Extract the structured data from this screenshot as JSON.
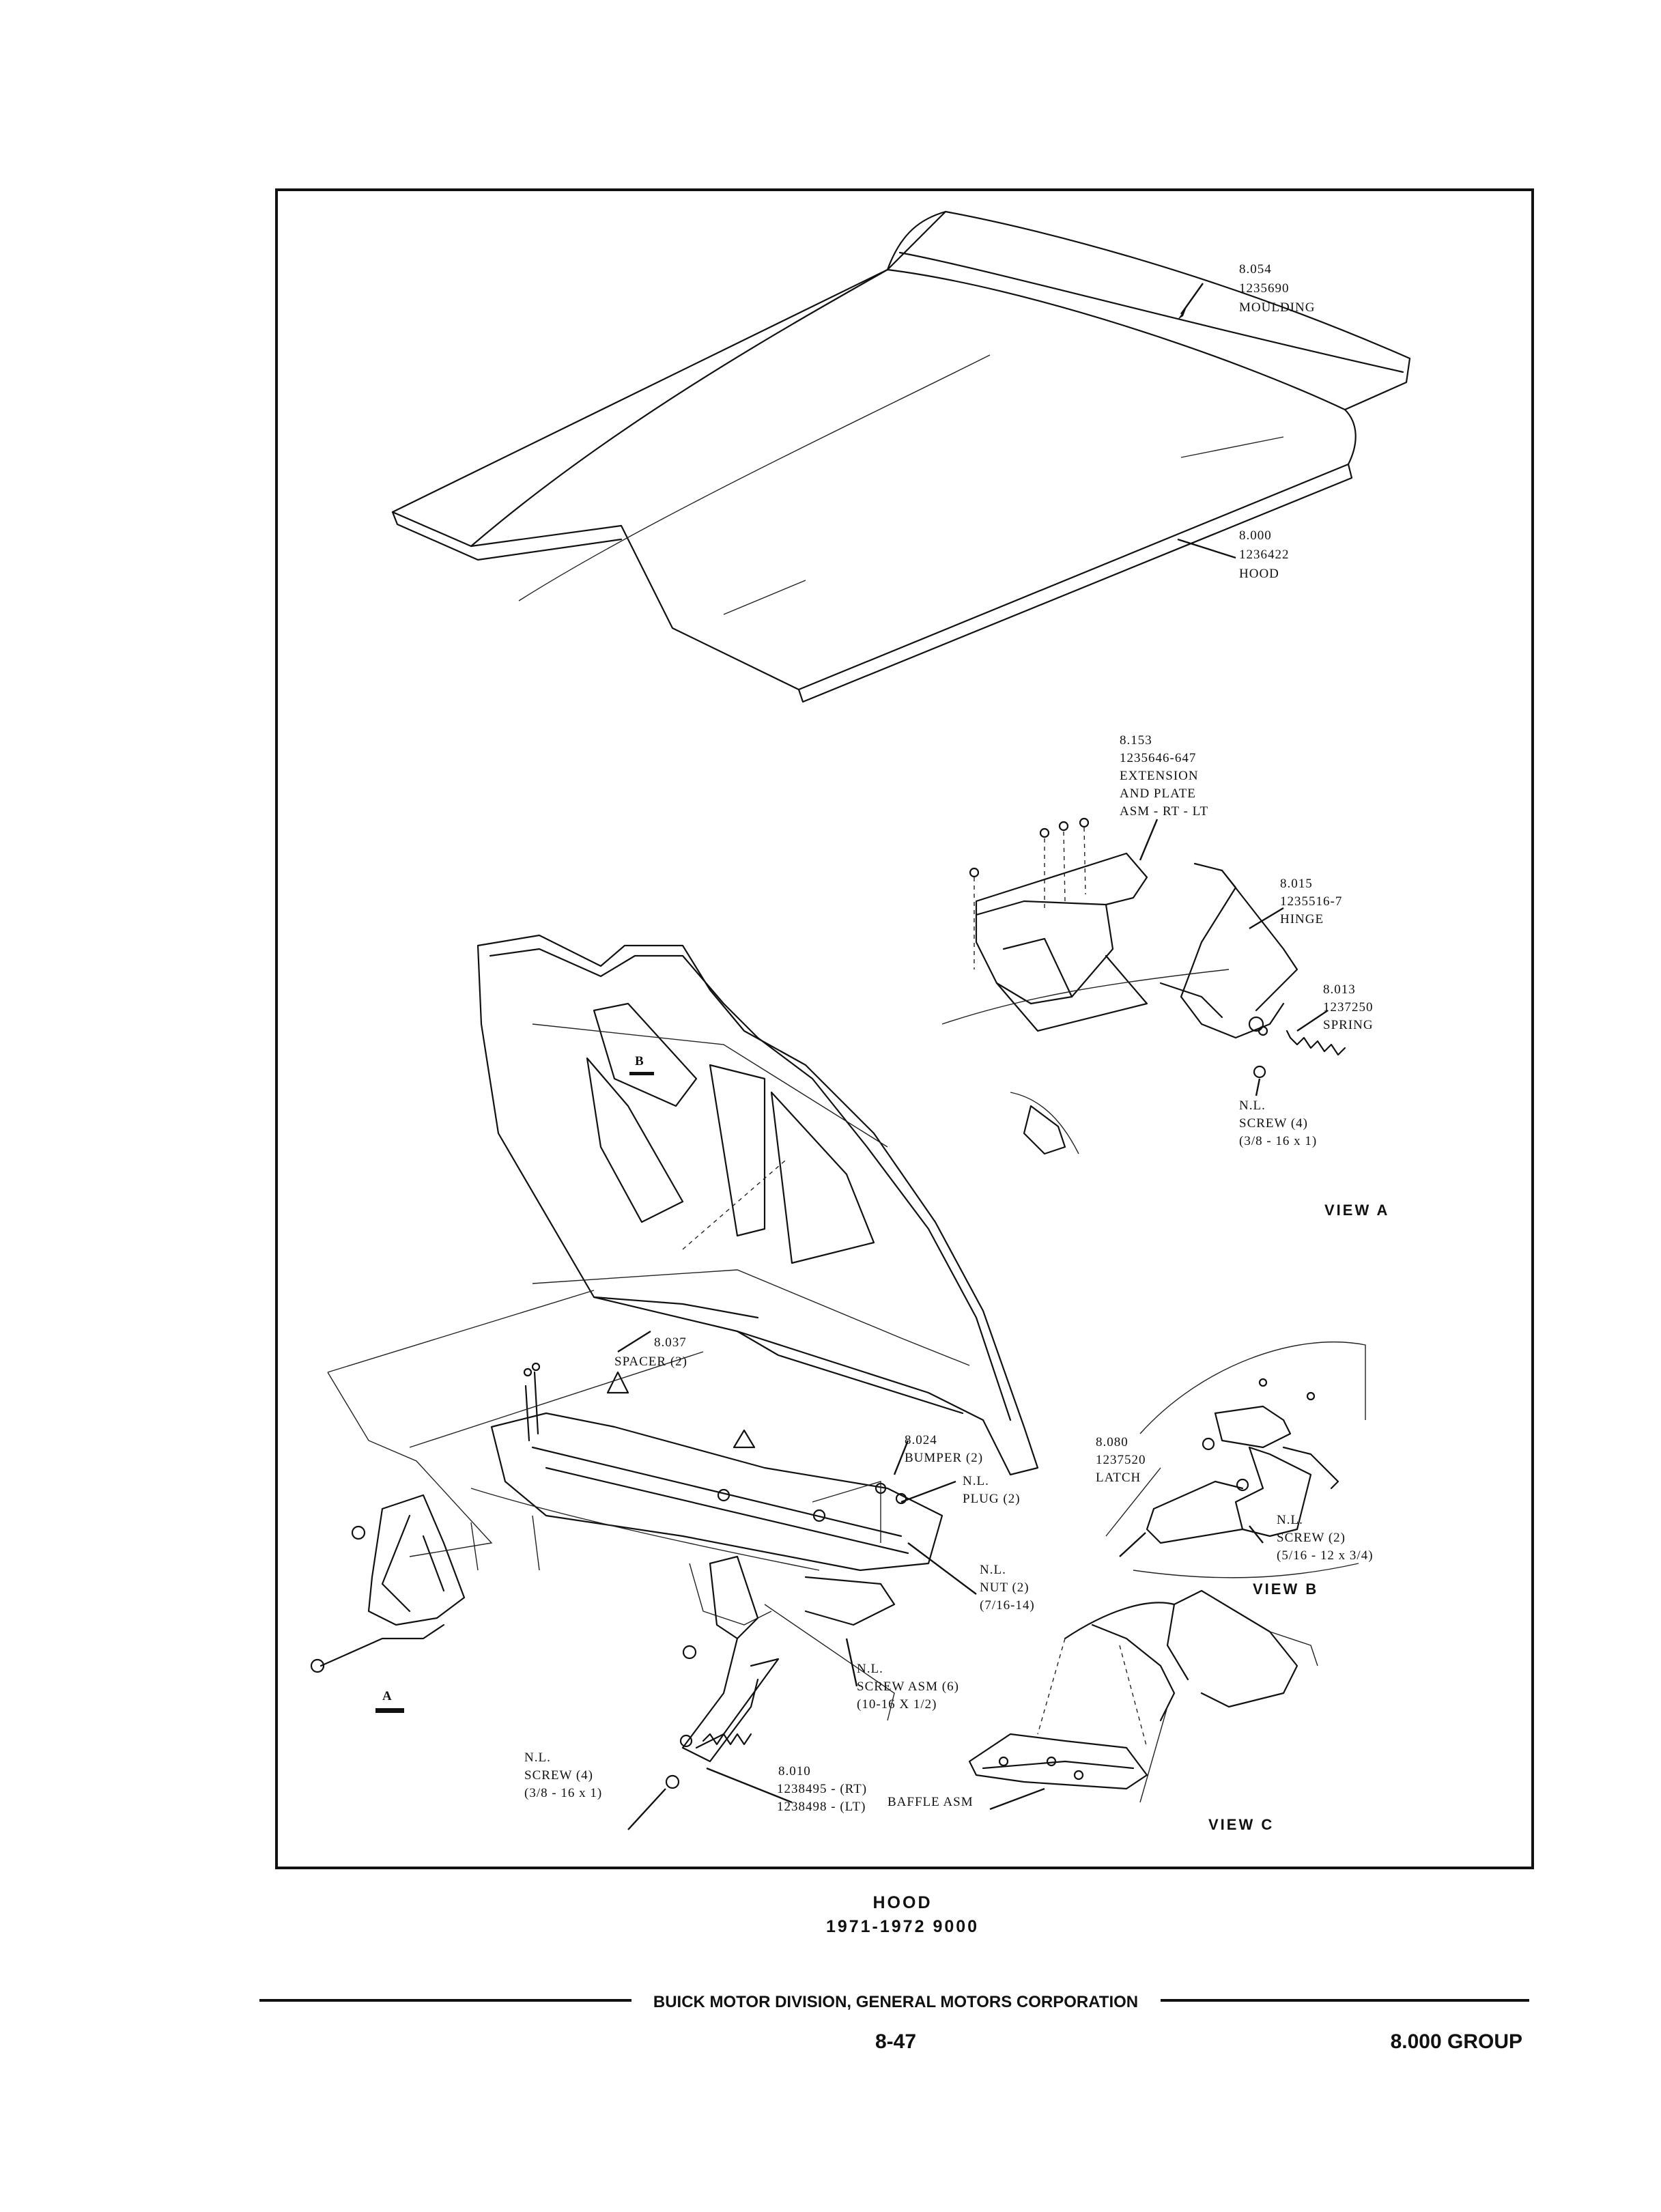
{
  "labels": {
    "moulding": [
      "8.054",
      "1235690",
      "MOULDING"
    ],
    "hood": [
      "8.000",
      "1236422",
      "HOOD"
    ],
    "extension": [
      "8.153",
      "1235646-647",
      "EXTENSION",
      "AND PLATE",
      "ASM - RT - LT"
    ],
    "hinge": [
      "8.015",
      "1235516-7",
      "HINGE"
    ],
    "spring": [
      "8.013",
      "1237250",
      "SPRING"
    ],
    "screw_view_a": [
      "N.L.",
      "SCREW (4)",
      "(3/8 - 16 x 1)"
    ],
    "spacer": [
      "8.037",
      "SPACER (2)"
    ],
    "bumper": [
      "8.024",
      "BUMPER (2)"
    ],
    "plug": [
      "N.L.",
      "PLUG (2)"
    ],
    "nut": [
      "N.L.",
      "NUT (2)",
      "(7/16-14)"
    ],
    "latch": [
      "8.080",
      "1237520",
      "LATCH"
    ],
    "screw_view_b": [
      "N.L.",
      "SCREW (2)",
      "(5/16 - 12 x 3/4)"
    ],
    "screw_asm": [
      "N.L.",
      "SCREW ASM (6)",
      "(10-16 X 1/2)"
    ],
    "screw_main": [
      "N.L.",
      "SCREW (4)",
      "(3/8 - 16 x 1)"
    ],
    "hinge_main": [
      "8.010",
      "1238495 - (RT)",
      "1238498 - (LT)"
    ],
    "baffle": "BAFFLE ASM"
  },
  "callouts": {
    "view_a_marker": "A",
    "view_b_marker": "B"
  },
  "views": {
    "a": "VIEW A",
    "b": "VIEW B",
    "c": "VIEW C"
  },
  "caption": {
    "title": "HOOD",
    "subtitle": "1971-1972 9000"
  },
  "footer": {
    "corporation": "BUICK MOTOR DIVISION, GENERAL MOTORS CORPORATION",
    "page_number": "8-47",
    "group": "8.000 GROUP"
  }
}
